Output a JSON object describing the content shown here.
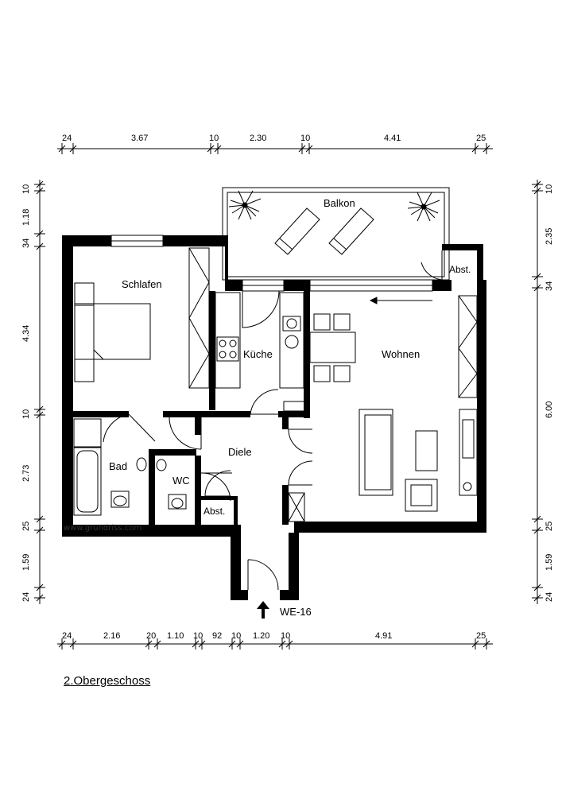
{
  "rooms": {
    "balkon": "Balkon",
    "schlafen": "Schlafen",
    "kueche": "Küche",
    "wohnen": "Wohnen",
    "diele": "Diele",
    "bad": "Bad",
    "wc": "WC",
    "abst_balcony": "Abst.",
    "abst_hall": "Abst."
  },
  "unit_label": "WE-16",
  "watermark": "www.grundriss.com",
  "floor_label": "2.Obergeschoss",
  "dimensions": {
    "top": [
      "24",
      "3.67",
      "10",
      "2.30",
      "10",
      "4.41",
      "25"
    ],
    "bottom": [
      "24",
      "2.16",
      "20",
      "1.10",
      "10",
      "92",
      "10",
      "1.20",
      "10",
      "4.91",
      "25"
    ],
    "left": [
      "10",
      "1.18",
      "34",
      "4.34",
      "10",
      "2.73",
      "25",
      "1.59",
      "24"
    ],
    "right": [
      "10",
      "2.35",
      "34",
      "6.00",
      "25",
      "1.59",
      "24"
    ]
  },
  "colors": {
    "wall": "#000000",
    "line": "#000000",
    "background": "#ffffff"
  }
}
